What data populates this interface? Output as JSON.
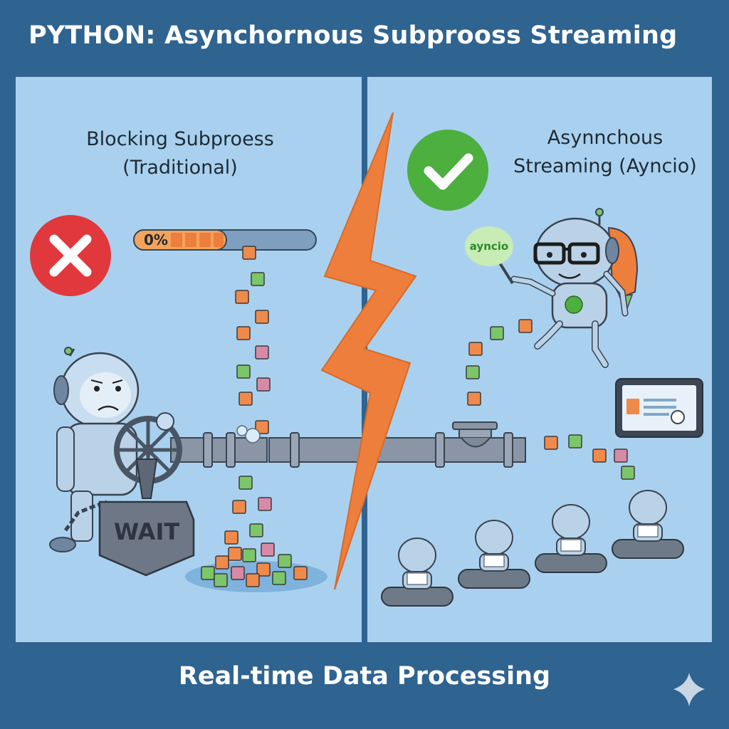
{
  "title": "PYTHON: Asynchornous Subprooss Streaming",
  "left": {
    "heading_line1": "Blocking Subproess",
    "heading_line2": "(Traditional)",
    "progress_label": "0%",
    "weight_label": "WAIT",
    "status_icon": "cross-icon",
    "status_color": "#e0383c"
  },
  "right": {
    "heading_line1": "Asynnchous",
    "heading_line2": "Streaming (Ayncio)",
    "wand_label": "ayncio",
    "status_icon": "check-icon",
    "status_color": "#4caf3e"
  },
  "footer": "Real-time Data Processing",
  "colors": {
    "background": "#2f6390",
    "panel": "#a9d1ef",
    "lightning": "#ee7e3c",
    "cube_orange": "#f08a4b",
    "cube_green": "#7cc66a",
    "cube_pink": "#d78aa6"
  }
}
